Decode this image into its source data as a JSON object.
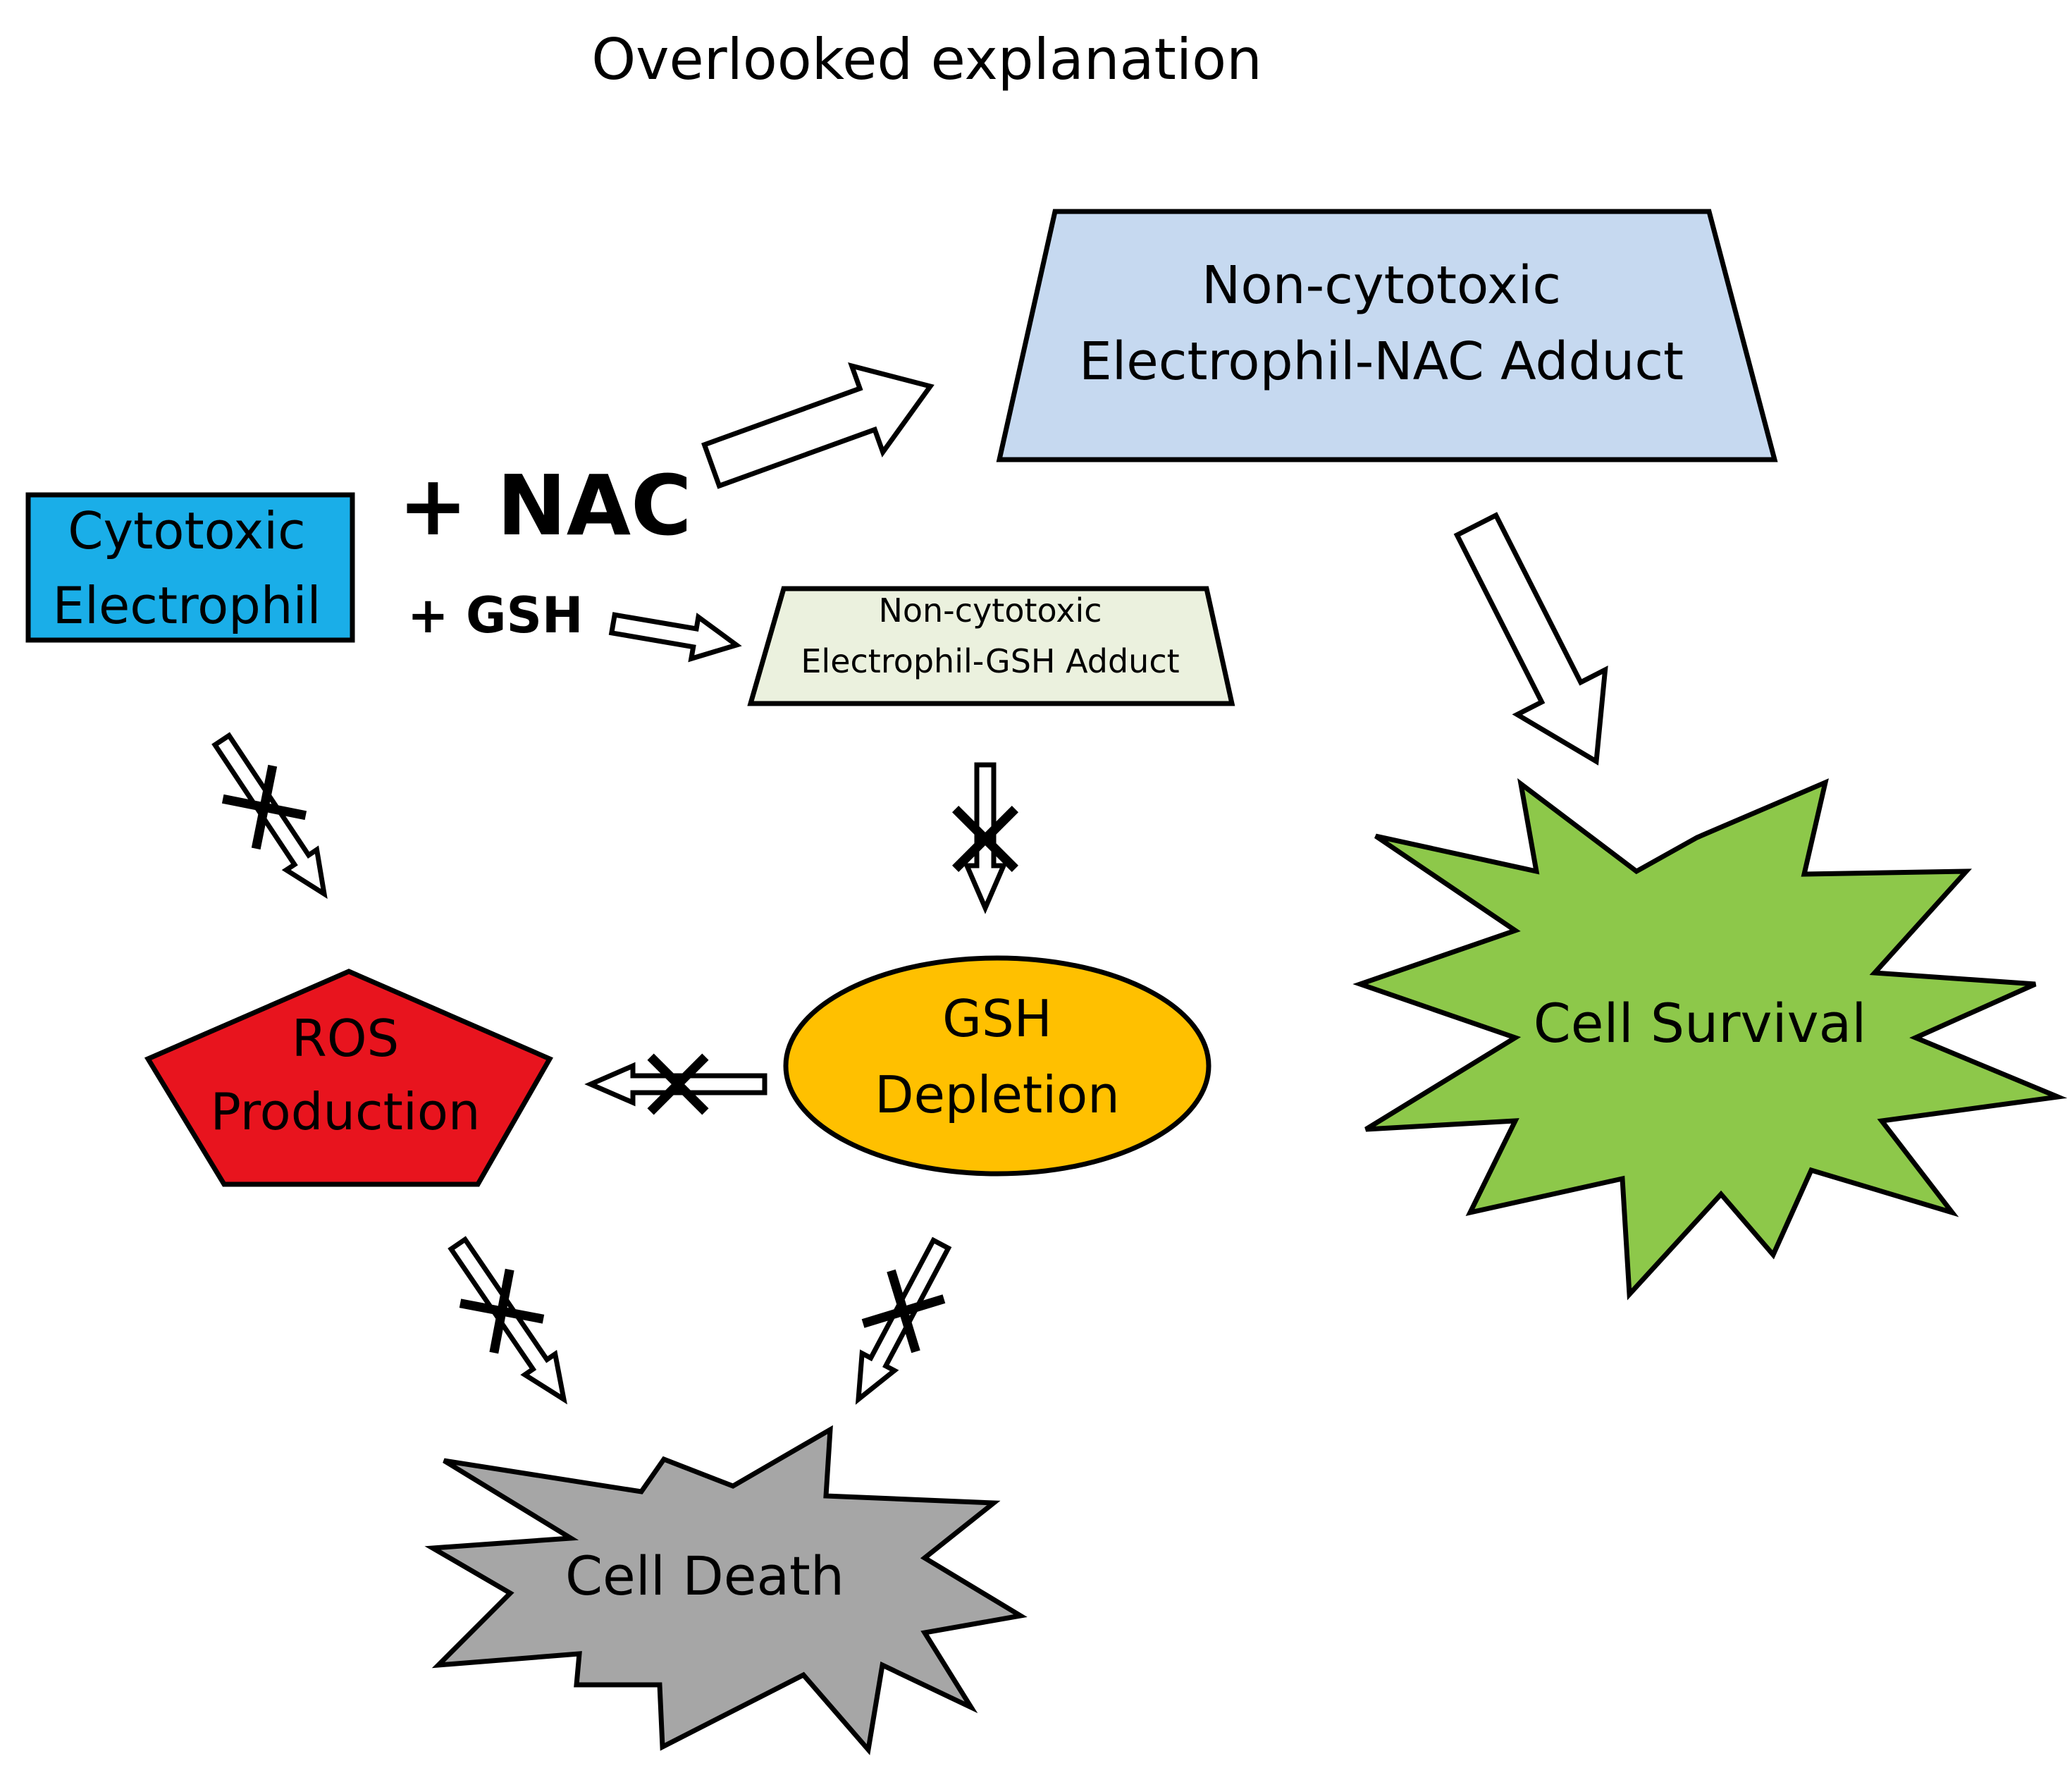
{
  "title": "Overlooked explanation",
  "labels": {
    "nac": "+ NAC",
    "gsh": "+ GSH"
  },
  "nodes": {
    "cytotoxic_electrophil": {
      "line1": "Cytotoxic",
      "line2": "Electrophil",
      "color": "#1AAEE8"
    },
    "nac_adduct": {
      "line1": "Non-cytotoxic",
      "line2": "Electrophil-NAC Adduct",
      "color": "#C6D9F0"
    },
    "gsh_adduct": {
      "line1": "Non-cytotoxic",
      "line2": "Electrophil-GSH Adduct",
      "color": "#EBF1DE"
    },
    "ros_production": {
      "line1": "ROS",
      "line2": "Production",
      "color": "#E8141E"
    },
    "gsh_depletion": {
      "line1": "GSH",
      "line2": "Depletion",
      "color": "#FFC000"
    },
    "cell_survival": {
      "label": "Cell Survival",
      "color": "#8DC84A"
    },
    "cell_death": {
      "label": "Cell Death",
      "color": "#A6A6A6"
    }
  },
  "edges": [
    {
      "from": "Cytotoxic Electrophil + NAC",
      "to": "Non-cytotoxic Electrophil-NAC Adduct",
      "blocked": false
    },
    {
      "from": "Cytotoxic Electrophil + GSH",
      "to": "Non-cytotoxic Electrophil-GSH Adduct",
      "blocked": false
    },
    {
      "from": "Non-cytotoxic Electrophil-NAC Adduct",
      "to": "Cell Survival",
      "blocked": false
    },
    {
      "from": "Cytotoxic Electrophil",
      "to": "ROS Production",
      "blocked": true
    },
    {
      "from": "Non-cytotoxic Electrophil-GSH Adduct",
      "to": "GSH Depletion",
      "blocked": true
    },
    {
      "from": "GSH Depletion",
      "to": "ROS Production",
      "blocked": true
    },
    {
      "from": "ROS Production",
      "to": "Cell Death",
      "blocked": true
    },
    {
      "from": "GSH Depletion",
      "to": "Cell Death",
      "blocked": true
    }
  ]
}
